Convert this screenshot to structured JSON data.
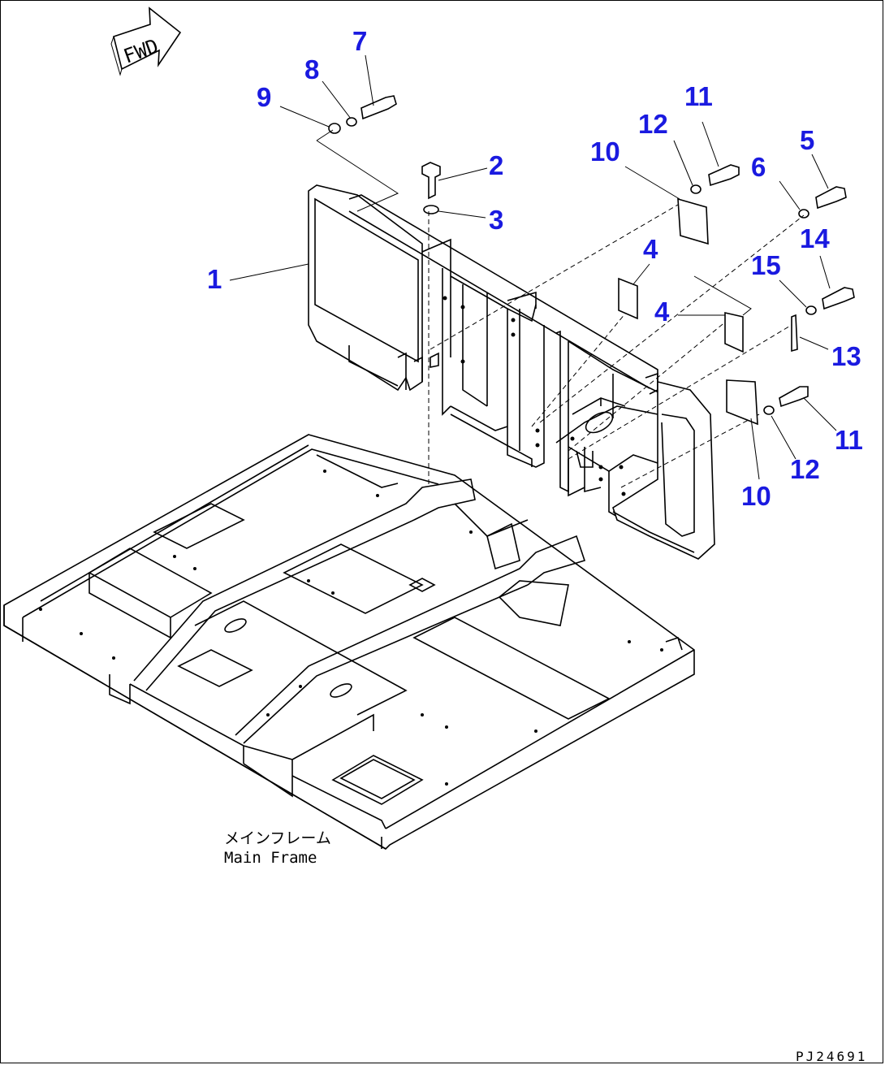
{
  "direction_arrow": {
    "label": "FWD",
    "icon": "forward-arrow-icon"
  },
  "callouts": [
    "1",
    "2",
    "3",
    "4",
    "4",
    "5",
    "6",
    "7",
    "8",
    "9",
    "10",
    "10",
    "11",
    "11",
    "12",
    "12",
    "13",
    "14",
    "15"
  ],
  "caption": {
    "japanese": "メインフレーム",
    "english": "Main Frame"
  },
  "drawing_code": "PJ24691",
  "colors": {
    "callout": "#1a1ae0",
    "line": "#000000",
    "background": "#ffffff"
  }
}
